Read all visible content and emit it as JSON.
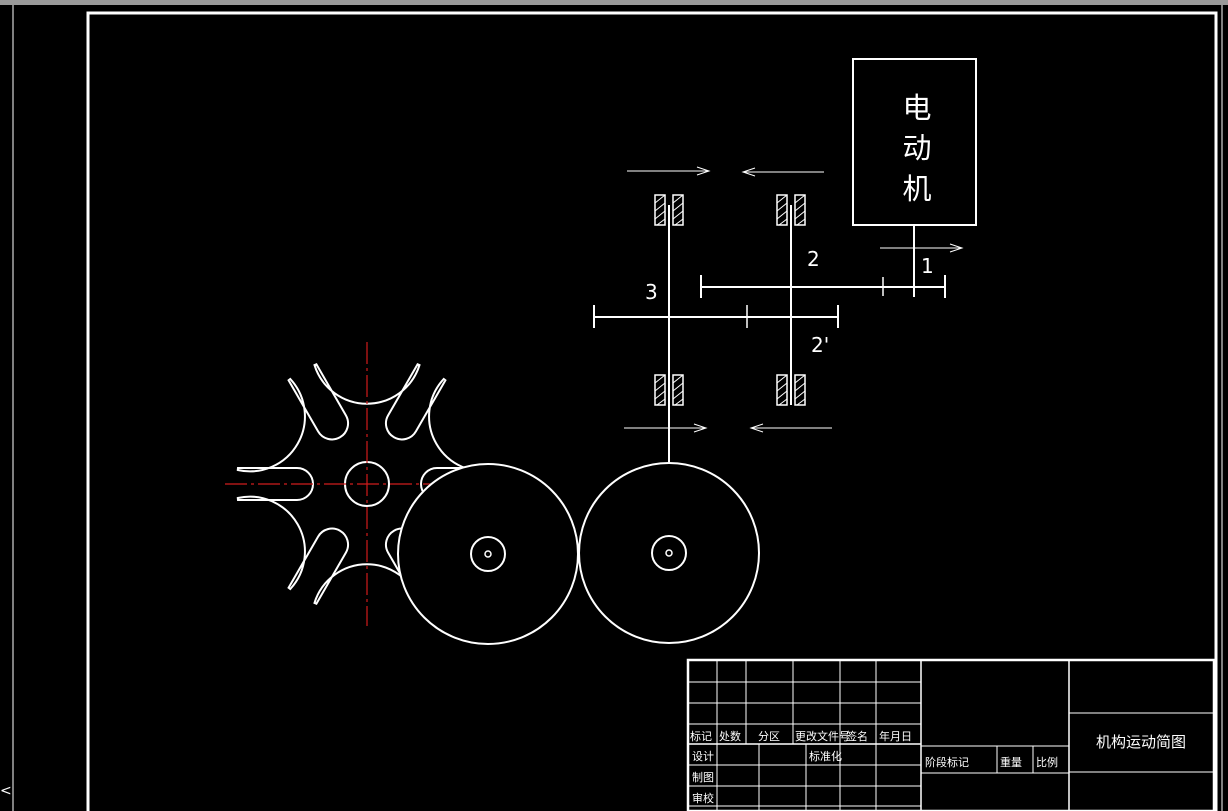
{
  "colors": {
    "background": "#000000",
    "line": "#ffffff",
    "centerline": "#d01c1c",
    "frame_bar": "#9a9a9a"
  },
  "diagram": {
    "motor_label": [
      "电",
      "动",
      "机"
    ],
    "gear_labels": {
      "g1": "1",
      "g2": "2",
      "g2p": "2'",
      "g3": "3"
    }
  },
  "title_block": {
    "headers": [
      "标记",
      "处数",
      "分区",
      "更改文件号",
      "签名",
      "年月日"
    ],
    "rows": [
      "设计",
      "制图",
      "审校"
    ],
    "standardization": "标准化",
    "stage_mark": "阶段标记",
    "weight": "重量",
    "scale": "比例",
    "drawing_name": "机构运动简图"
  },
  "side_mark": "<"
}
